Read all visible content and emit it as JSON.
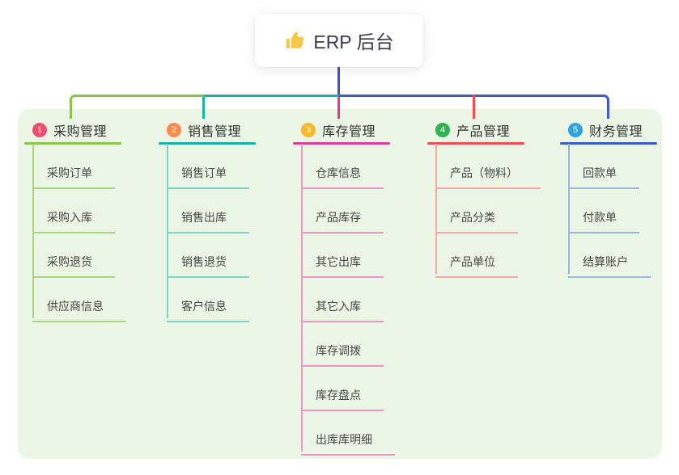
{
  "root": {
    "title": "ERP 后台",
    "icon": "thumbs-up"
  },
  "colors": {
    "panel_bg": "#eaf5e5",
    "root_line": "#4254c5"
  },
  "branches": [
    {
      "num": "1",
      "title": "采购管理",
      "color": "#8ac24a",
      "light": "#abd57d",
      "badge": "#ef4e6b",
      "children": [
        "采购订单",
        "采购入库",
        "采购退货",
        "供应商信息"
      ]
    },
    {
      "num": "2",
      "title": "销售管理",
      "color": "#17b3a6",
      "light": "#7fd2c6",
      "badge": "#fb8a4e",
      "children": [
        "销售订单",
        "销售出库",
        "销售退货",
        "客户信息"
      ]
    },
    {
      "num": "3",
      "title": "库存管理",
      "color": "#da3c96",
      "light": "#ee95c6",
      "badge": "#f8b62b",
      "children": [
        "仓库信息",
        "产品库存",
        "其它出库",
        "其它入库",
        "库存调拨",
        "库存盘点",
        "出库库明细"
      ]
    },
    {
      "num": "4",
      "title": "产品管理",
      "color": "#ef4b53",
      "light": "#f5a8a4",
      "badge": "#2fb34f",
      "children": [
        "产品（物料）",
        "产品分类",
        "产品单位"
      ]
    },
    {
      "num": "5",
      "title": "财务管理",
      "color": "#3c5bc8",
      "light": "#9fb3e0",
      "badge": "#31a3dd",
      "children": [
        "回款单",
        "付款单",
        "结算账户"
      ]
    }
  ]
}
